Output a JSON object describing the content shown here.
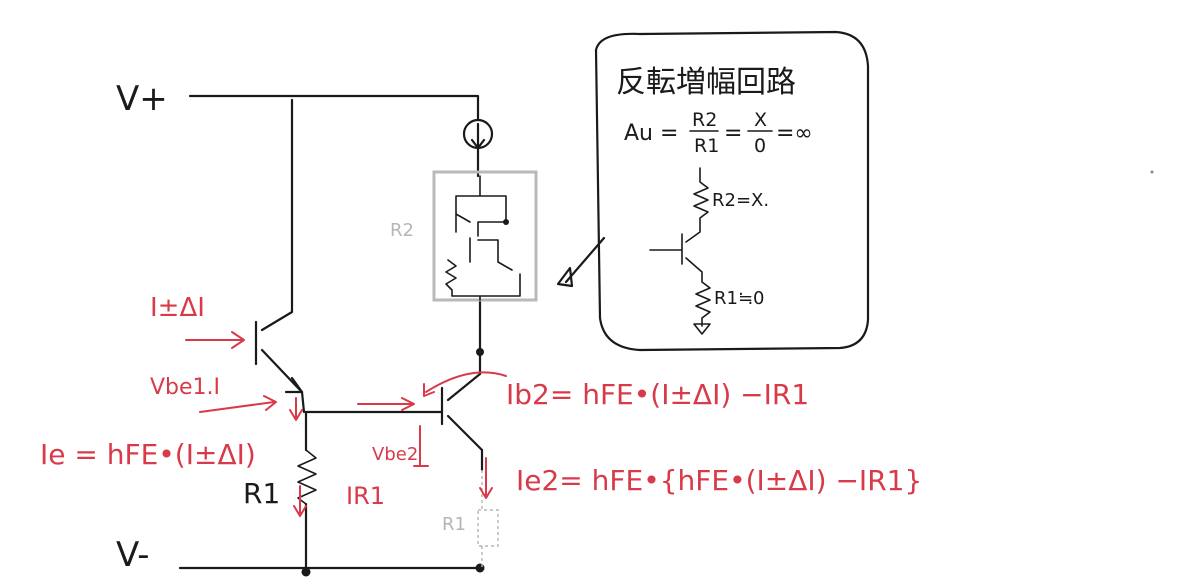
{
  "colors": {
    "ink": "#1a1a1a",
    "annotation": "#d93a4a",
    "faint": "#b5b5b5",
    "background": "#ffffff"
  },
  "labels": {
    "v_plus": "V+",
    "v_minus": "V-",
    "r1_main": "R1",
    "r2_ghost": "R2",
    "r1_ghost": "R1"
  },
  "annotations": {
    "input_current": "I±ΔI",
    "vbe1": "Vbe1.I",
    "ie": "Ie = hFE•(I±ΔI)",
    "ir1": "IR1",
    "vbe2": "Vbe2",
    "ib2": "Ib2= hFE•(I±ΔI) −IR1",
    "ie2": "Ie2= hFE•{hFE•(I±ΔI) −IR1}"
  },
  "note": {
    "title": "反転増幅回路",
    "gain_lhs": "Au =",
    "gain_num1": "R2",
    "gain_den1": "R1",
    "gain_num2": "X",
    "gain_den2": "0",
    "gain_result": "=∞",
    "r2_label": "R2=X.",
    "r1_label": "R1≒0"
  }
}
